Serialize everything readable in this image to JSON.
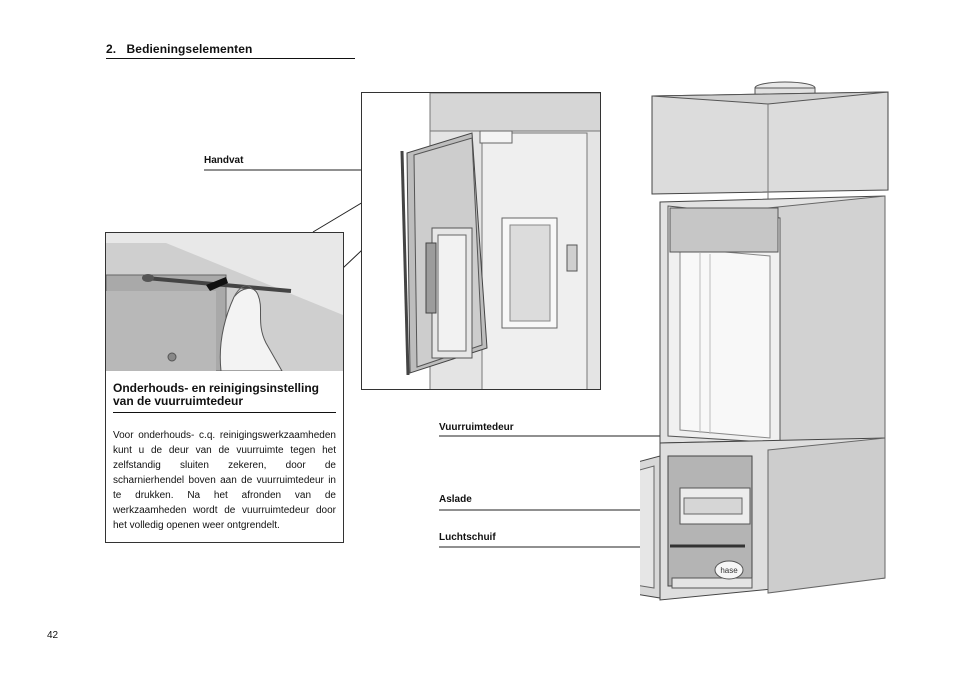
{
  "section": {
    "number": "2.",
    "title": "Bedieningselementen"
  },
  "labels": {
    "handle": "Handvat",
    "firebox_door": "Vuurruimtedeur",
    "ash_pan": "Aslade",
    "air_slider": "Luchtschuif"
  },
  "info": {
    "title": "Onderhouds- en reinigingsinstelling van de vuurruimtedeur",
    "body": "Voor onderhouds- c.q. reinigingswerkzaamheden kunt u de deur van de vuurruimte tegen het zelfstandig sluiten zekeren, door de scharnierhendel boven aan de vuurruimtedeur in te drukken. Na het afronden van de werkzaamheden wordt de vuurruimtedeur door het volledig openen weer ontgrendelt."
  },
  "logo_text": "hase",
  "page_number": "42"
}
